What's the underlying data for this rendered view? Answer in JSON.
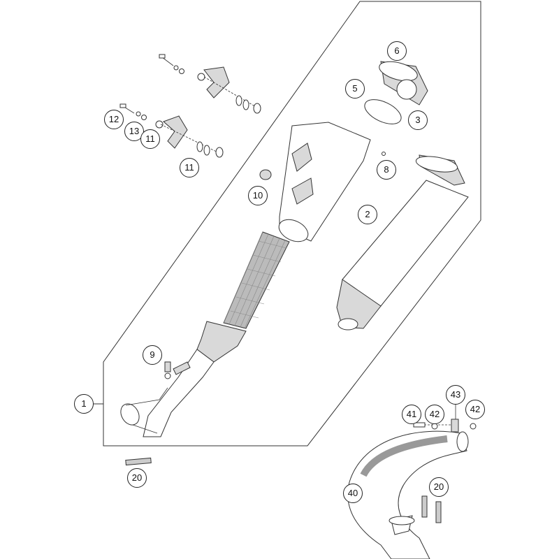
{
  "diagram": {
    "title": "Exhaust system exploded view",
    "callouts": [
      {
        "id": "c6",
        "label": "6"
      },
      {
        "id": "c5",
        "label": "5"
      },
      {
        "id": "c3",
        "label": "3"
      },
      {
        "id": "c8",
        "label": "8"
      },
      {
        "id": "c2",
        "label": "2"
      },
      {
        "id": "c12",
        "label": "12"
      },
      {
        "id": "c13",
        "label": "13"
      },
      {
        "id": "c11a",
        "label": "11"
      },
      {
        "id": "c11b",
        "label": "11"
      },
      {
        "id": "c10",
        "label": "10"
      },
      {
        "id": "c9",
        "label": "9"
      },
      {
        "id": "c1",
        "label": "1"
      },
      {
        "id": "c20a",
        "label": "20"
      },
      {
        "id": "c41",
        "label": "41"
      },
      {
        "id": "c42a",
        "label": "42"
      },
      {
        "id": "c43",
        "label": "43"
      },
      {
        "id": "c42b",
        "label": "42"
      },
      {
        "id": "c20b",
        "label": "20"
      },
      {
        "id": "c40",
        "label": "40"
      }
    ]
  }
}
